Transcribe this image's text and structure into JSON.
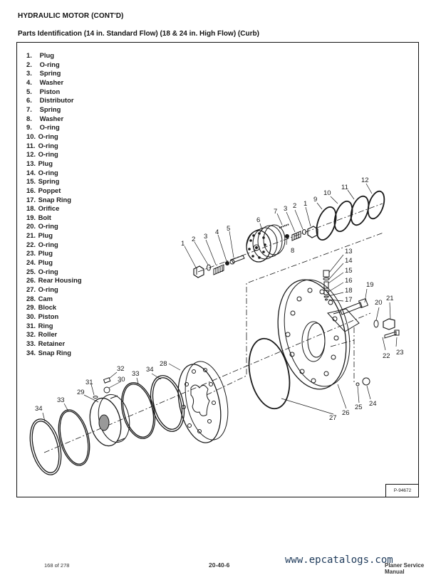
{
  "header": {
    "title": "HYDRAULIC MOTOR (CONT'D)",
    "subtitle": "Parts Identification (14 in. Standard Flow) (18 & 24 in. High Flow) (Curb)"
  },
  "parts": [
    {
      "num": "1.",
      "name": "Plug"
    },
    {
      "num": "2.",
      "name": "O-ring"
    },
    {
      "num": "3.",
      "name": "Spring"
    },
    {
      "num": "4.",
      "name": "Washer"
    },
    {
      "num": "5.",
      "name": "Piston"
    },
    {
      "num": "6.",
      "name": "Distributor"
    },
    {
      "num": "7.",
      "name": "Spring"
    },
    {
      "num": "8.",
      "name": "Washer"
    },
    {
      "num": "9.",
      "name": "O-ring"
    },
    {
      "num": "10.",
      "name": "O-ring"
    },
    {
      "num": "11.",
      "name": "O-ring"
    },
    {
      "num": "12.",
      "name": "O-ring"
    },
    {
      "num": "13.",
      "name": "Plug"
    },
    {
      "num": "14.",
      "name": "O-ring"
    },
    {
      "num": "15.",
      "name": "Spring"
    },
    {
      "num": "16.",
      "name": "Poppet"
    },
    {
      "num": "17.",
      "name": "Snap Ring"
    },
    {
      "num": "18.",
      "name": "Orifice"
    },
    {
      "num": "19.",
      "name": "Bolt"
    },
    {
      "num": "20.",
      "name": "O-ring"
    },
    {
      "num": "21.",
      "name": "Plug"
    },
    {
      "num": "22.",
      "name": "O-ring"
    },
    {
      "num": "23.",
      "name": "Plug"
    },
    {
      "num": "24.",
      "name": "Plug"
    },
    {
      "num": "25.",
      "name": "O-ring"
    },
    {
      "num": "26.",
      "name": "Rear Housing"
    },
    {
      "num": "27.",
      "name": "O-ring"
    },
    {
      "num": "28.",
      "name": "Cam"
    },
    {
      "num": "29.",
      "name": "Block"
    },
    {
      "num": "30.",
      "name": "Piston"
    },
    {
      "num": "31.",
      "name": "Ring"
    },
    {
      "num": "32.",
      "name": "Roller"
    },
    {
      "num": "33.",
      "name": "Retainer"
    },
    {
      "num": "34.",
      "name": "Snap Ring"
    }
  ],
  "callouts": {
    "c1a": "1",
    "c2a": "2",
    "c3a": "3",
    "c4": "4",
    "c5": "5",
    "c6": "6",
    "c7": "7",
    "c3b": "3",
    "c2b": "2",
    "c1b": "1",
    "c8": "8",
    "c9": "9",
    "c10": "10",
    "c11": "11",
    "c12": "12",
    "c13": "13",
    "c14": "14",
    "c15": "15",
    "c16": "16",
    "c18": "18",
    "c17": "17",
    "c19": "19",
    "c20": "20",
    "c21": "21",
    "c22": "22",
    "c23": "23",
    "c24": "24",
    "c25": "25",
    "c26": "26",
    "c27": "27",
    "c28": "28",
    "c29": "29",
    "c30": "30",
    "c31": "31",
    "c32": "32",
    "c33a": "33",
    "c33b": "33",
    "c34a": "34",
    "c34b": "34"
  },
  "figure_id": "P-94672",
  "footer": {
    "page": "168 of 278",
    "section": "20-40-6",
    "manual": "Planer Service Manual",
    "watermark": "www.epcatalogs.com"
  }
}
